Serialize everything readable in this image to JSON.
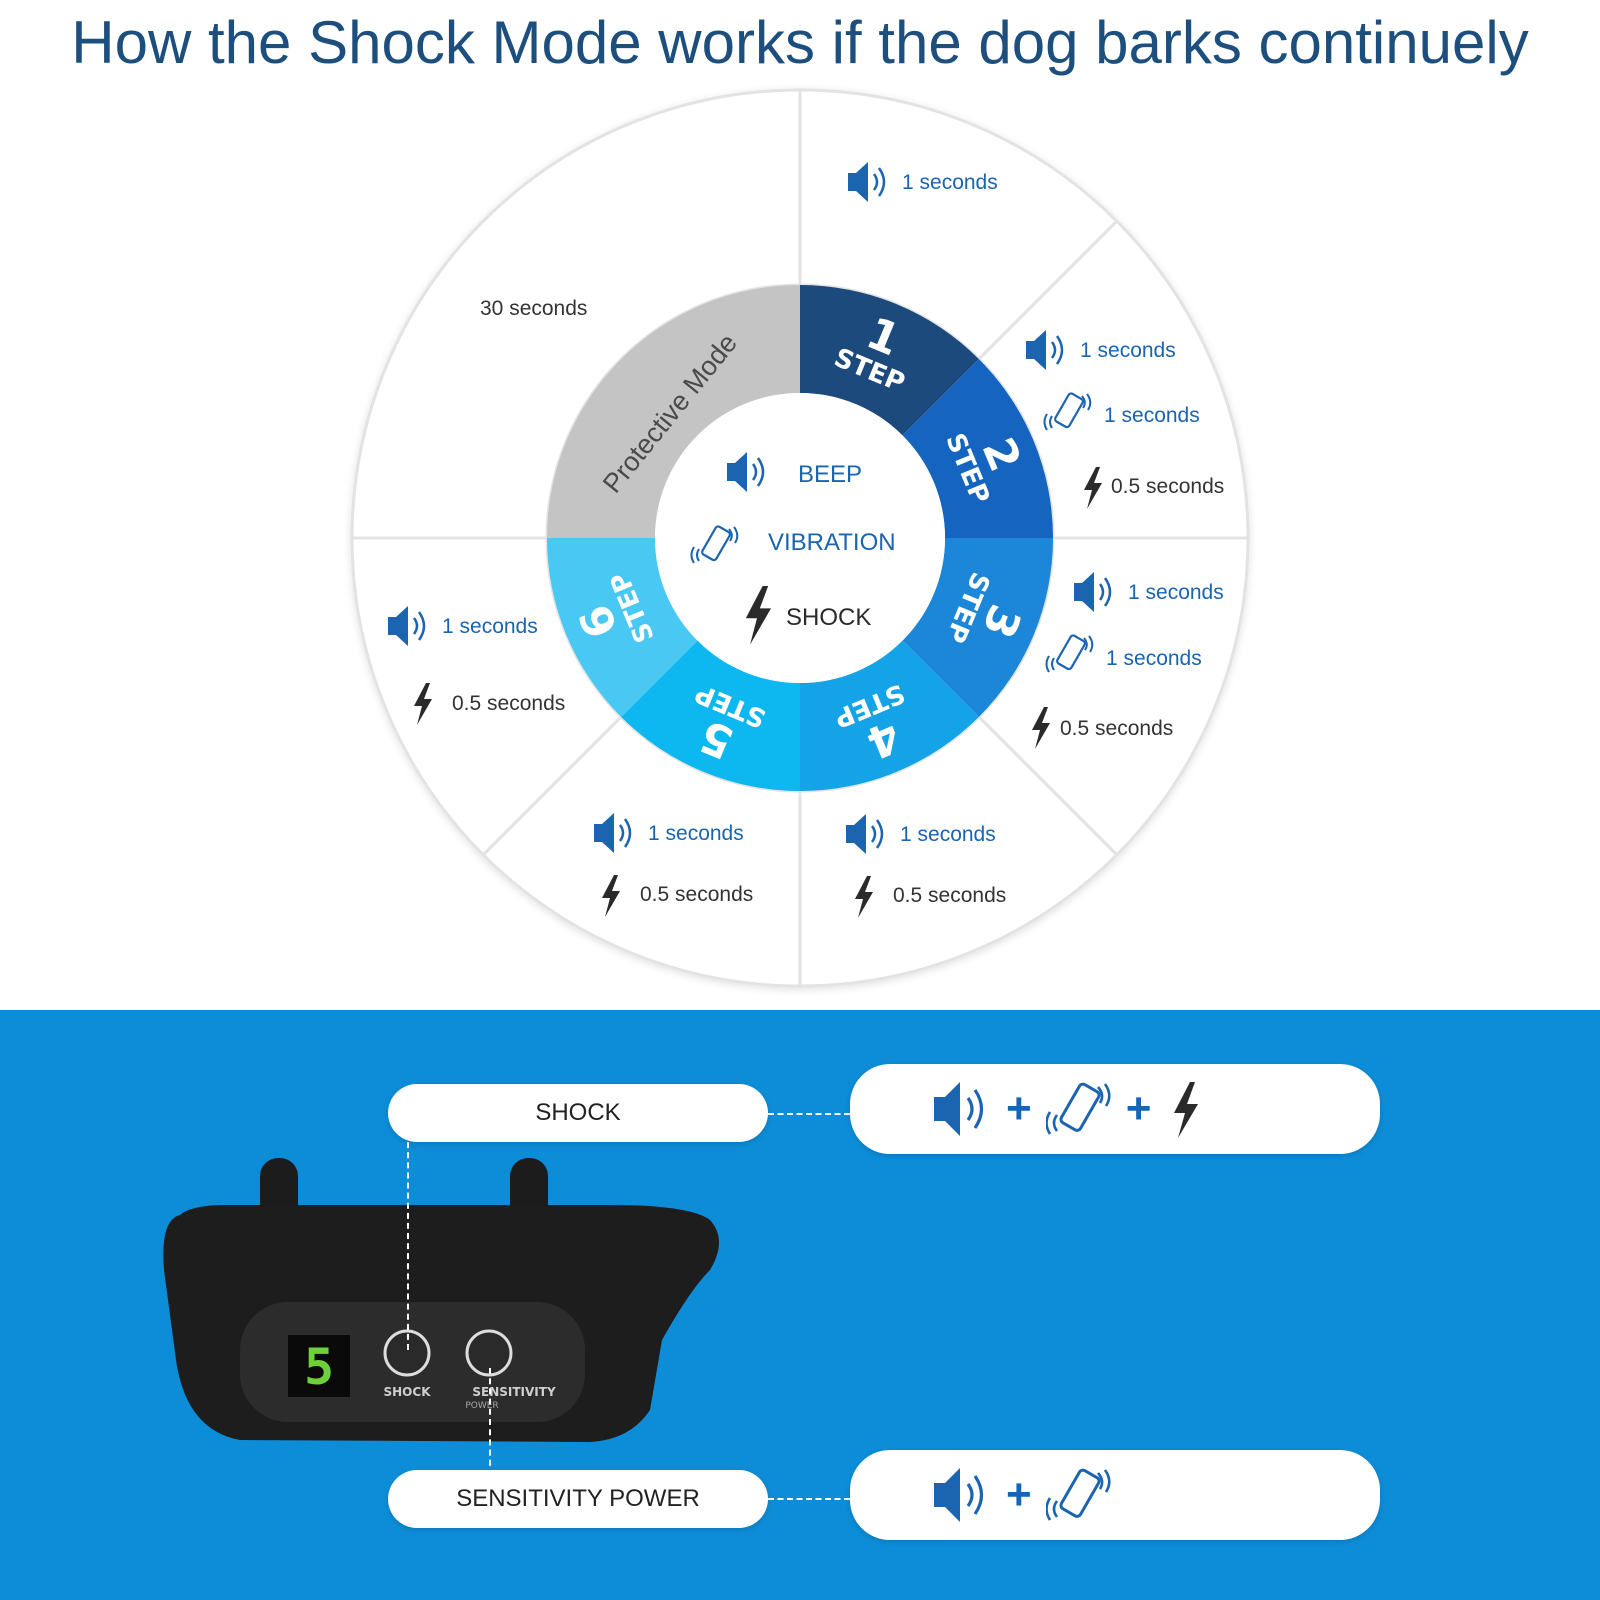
{
  "title": "How the Shock Mode works if the dog barks continuely",
  "colors": {
    "title": "#1d4f7e",
    "step1": "#1c4a7c",
    "step2": "#1565c0",
    "step3": "#1c86d8",
    "step4": "#14a3e6",
    "step5": "#0db7ef",
    "step6": "#48c8f2",
    "protective": "#c4c4c4",
    "background_blue": "#0d8dd8",
    "blue_text": "#1a64b0"
  },
  "center_legend": {
    "beep": "BEEP",
    "vibration": "VIBRATION",
    "shock": "SHOCK"
  },
  "steps": [
    {
      "number": "1",
      "word": "STEP"
    },
    {
      "number": "2",
      "word": "STEP"
    },
    {
      "number": "3",
      "word": "STEP"
    },
    {
      "number": "4",
      "word": "STEP"
    },
    {
      "number": "5",
      "word": "STEP"
    },
    {
      "number": "6",
      "word": "STEP"
    }
  ],
  "protective_mode": "Protective Mode",
  "outer_segments": {
    "protective": "30 seconds",
    "step1": {
      "beep": "1 seconds"
    },
    "step2": {
      "beep": "1 seconds",
      "vibration": "1 seconds",
      "shock": "0.5 seconds"
    },
    "step3": {
      "beep": "1 seconds",
      "vibration": "1 seconds",
      "shock": "0.5 seconds"
    },
    "step4": {
      "beep": "1 seconds",
      "shock": "0.5 seconds"
    },
    "step5": {
      "beep": "1 seconds",
      "shock": "0.5 seconds"
    },
    "step6": {
      "beep": "1 seconds",
      "shock": "0.5 seconds"
    }
  },
  "device": {
    "display_digit": "5",
    "button_shock": "SHOCK",
    "button_sensitivity": "SENSITIVITY",
    "button_power": "POWER"
  },
  "callouts": {
    "shock_label": "SHOCK",
    "shock_combo": [
      "speaker-icon",
      "+",
      "vibration-icon",
      "+",
      "lightning-icon"
    ],
    "sensitivity_label": "SENSITIVITY POWER",
    "sensitivity_combo": [
      "speaker-icon",
      "+",
      "vibration-icon"
    ],
    "plus": "+"
  }
}
